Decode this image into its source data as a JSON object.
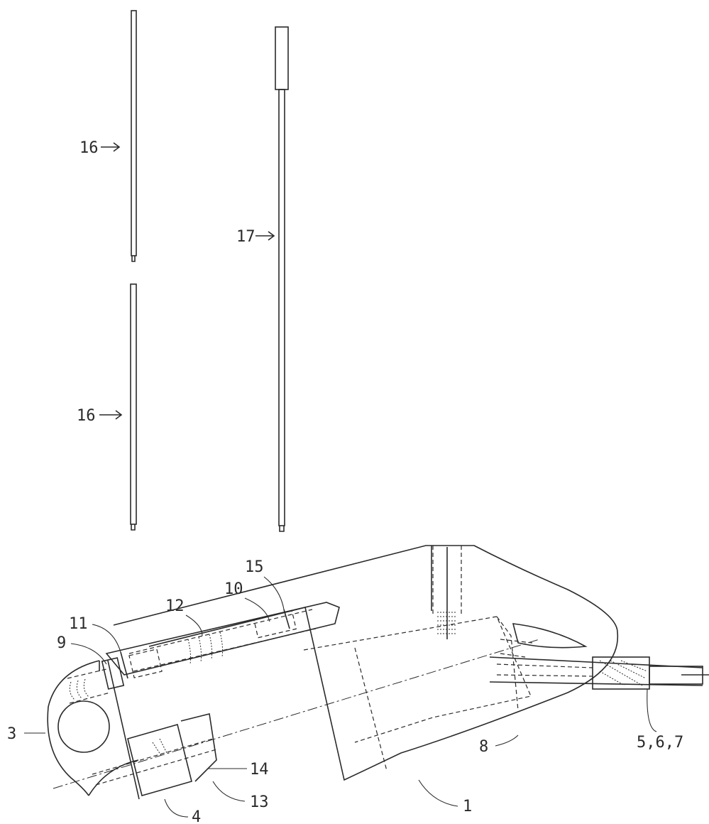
{
  "figure": {
    "ref_labels": {
      "rod_upper": "16",
      "rod_lower": "16",
      "long_rod": "17",
      "body": "1",
      "arm": "3",
      "collar": "4",
      "tube": "5,6,7",
      "stop": "8",
      "screw": "9",
      "plunger": "10",
      "bracket": "11",
      "spring": "12",
      "nut": "13",
      "pin": "14",
      "cap": "15"
    },
    "arrow_glyph": "→"
  }
}
